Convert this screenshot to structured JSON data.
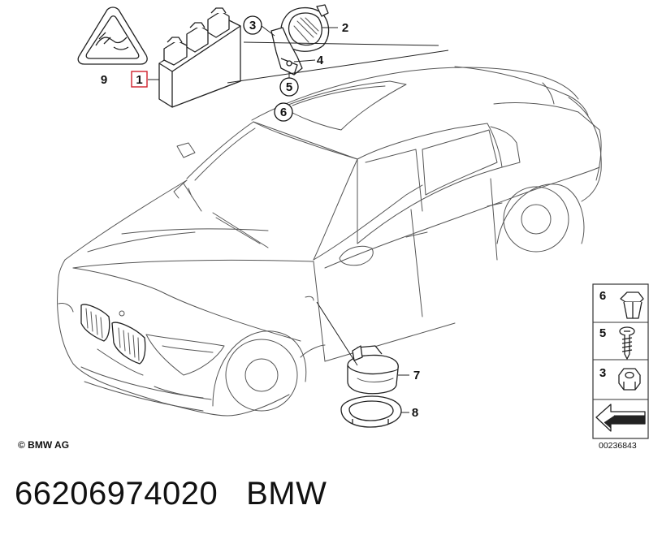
{
  "parts": [
    {
      "num": "1",
      "highlighted": true
    },
    {
      "num": "2"
    },
    {
      "num": "3"
    },
    {
      "num": "4"
    },
    {
      "num": "5"
    },
    {
      "num": "6"
    },
    {
      "num": "7"
    },
    {
      "num": "8"
    },
    {
      "num": "9"
    }
  ],
  "legend": [
    {
      "num": "6",
      "icon": "clip-nut-icon"
    },
    {
      "num": "5",
      "icon": "screw-icon"
    },
    {
      "num": "3",
      "icon": "hex-nut-icon"
    }
  ],
  "copyright": "© BMW AG",
  "drawing_number": "00236843",
  "footer": {
    "part_number": "66206974020",
    "brand": "BMW"
  },
  "colors": {
    "highlight": "#d0202a",
    "line": "#222222"
  }
}
